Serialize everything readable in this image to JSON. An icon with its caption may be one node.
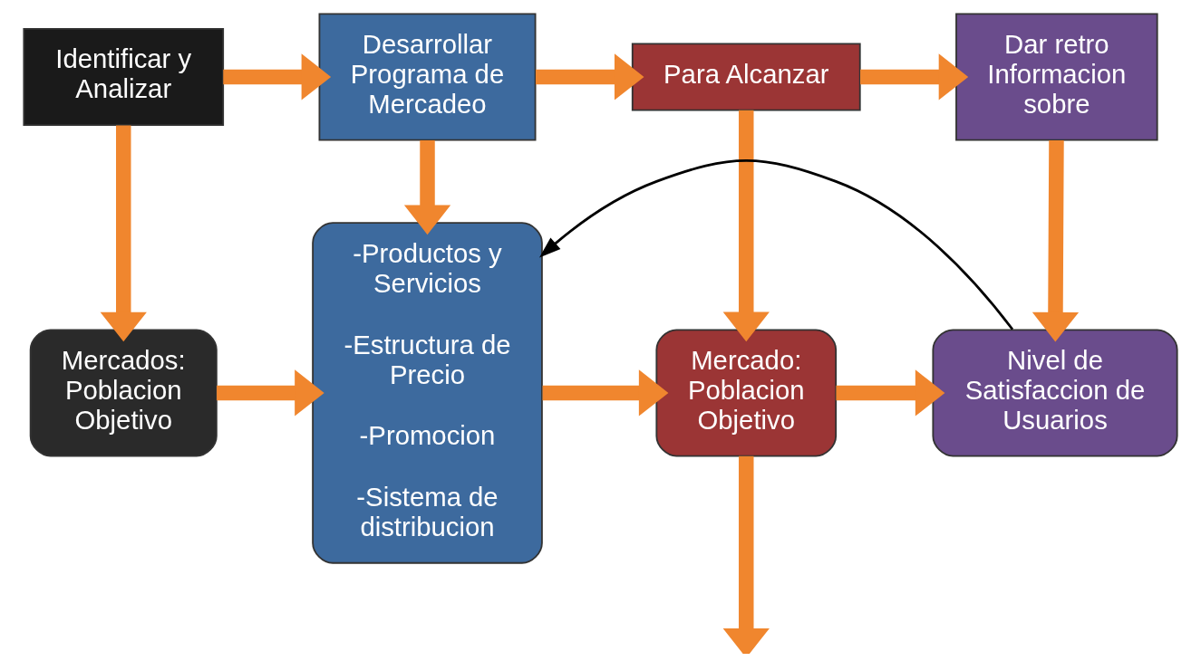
{
  "diagram": {
    "nodes": [
      {
        "text": [
          "Identificar y Analizar"
        ]
      },
      {
        "text": [
          "Desarrollar Programa de Mercadeo"
        ]
      },
      {
        "text": [
          "Para Alcanzar"
        ]
      },
      {
        "text": [
          "Dar retro Informacion sobre"
        ]
      },
      {
        "text": [
          "Mercados: Poblacion Objetivo"
        ]
      },
      {
        "text": [
          "-Productos y Servicios",
          "-Estructura de Precio",
          "-Promocion",
          "-Sistema de distribucion"
        ]
      },
      {
        "text": [
          "Mercado: Poblacion Objetivo"
        ]
      },
      {
        "text": [
          "Nivel de Satisfaccion de Usuarios"
        ]
      }
    ],
    "edges": [
      {
        "from": 0,
        "to": 1,
        "arrow": "to"
      },
      {
        "from": 1,
        "to": 2,
        "arrow": "to"
      },
      {
        "from": 2,
        "to": 3,
        "arrow": "to"
      },
      {
        "from": 0,
        "to": 4,
        "arrow": "to"
      },
      {
        "from": 1,
        "to": 5,
        "arrow": "to"
      },
      {
        "from": 2,
        "to": 6,
        "arrow": "to"
      },
      {
        "from": 3,
        "to": 7,
        "arrow": "to"
      },
      {
        "from": 4,
        "to": 5,
        "arrow": "to"
      },
      {
        "from": 5,
        "to": 6,
        "arrow": "to"
      },
      {
        "from": 6,
        "to": 7,
        "arrow": "to"
      },
      {
        "from": 6,
        "to": null,
        "arrow": "to"
      },
      {
        "from": 7,
        "to": 5,
        "arrow": "to",
        "color": "#000000"
      }
    ]
  }
}
